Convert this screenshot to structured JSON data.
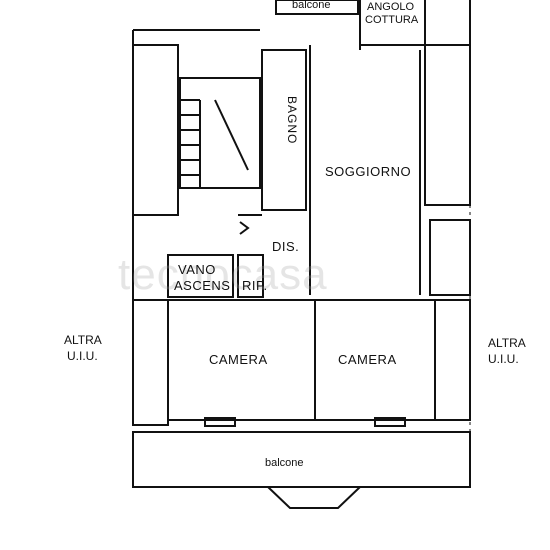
{
  "labels": {
    "balcone_top": "balcone",
    "angolo_cottura_line1": "ANGOLO",
    "angolo_cottura_line2": "COTTURA",
    "bagno": "BAGNO",
    "soggiorno": "SOGGIORNO",
    "dis": "DIS.",
    "vano_line1": "VANO",
    "vano_line2": "ASCENS",
    "rip": "RIP.",
    "camera_left": "CAMERA",
    "camera_right": "CAMERA",
    "altra_left_line1": "ALTRA",
    "altra_left_line2": "U.I.U.",
    "altra_right_line1": "ALTRA",
    "altra_right_line2": "U.I.U.",
    "balcone_bottom": "balcone"
  },
  "watermark": "tecnocasa",
  "colors": {
    "wall": "#111111",
    "background": "#ffffff"
  }
}
